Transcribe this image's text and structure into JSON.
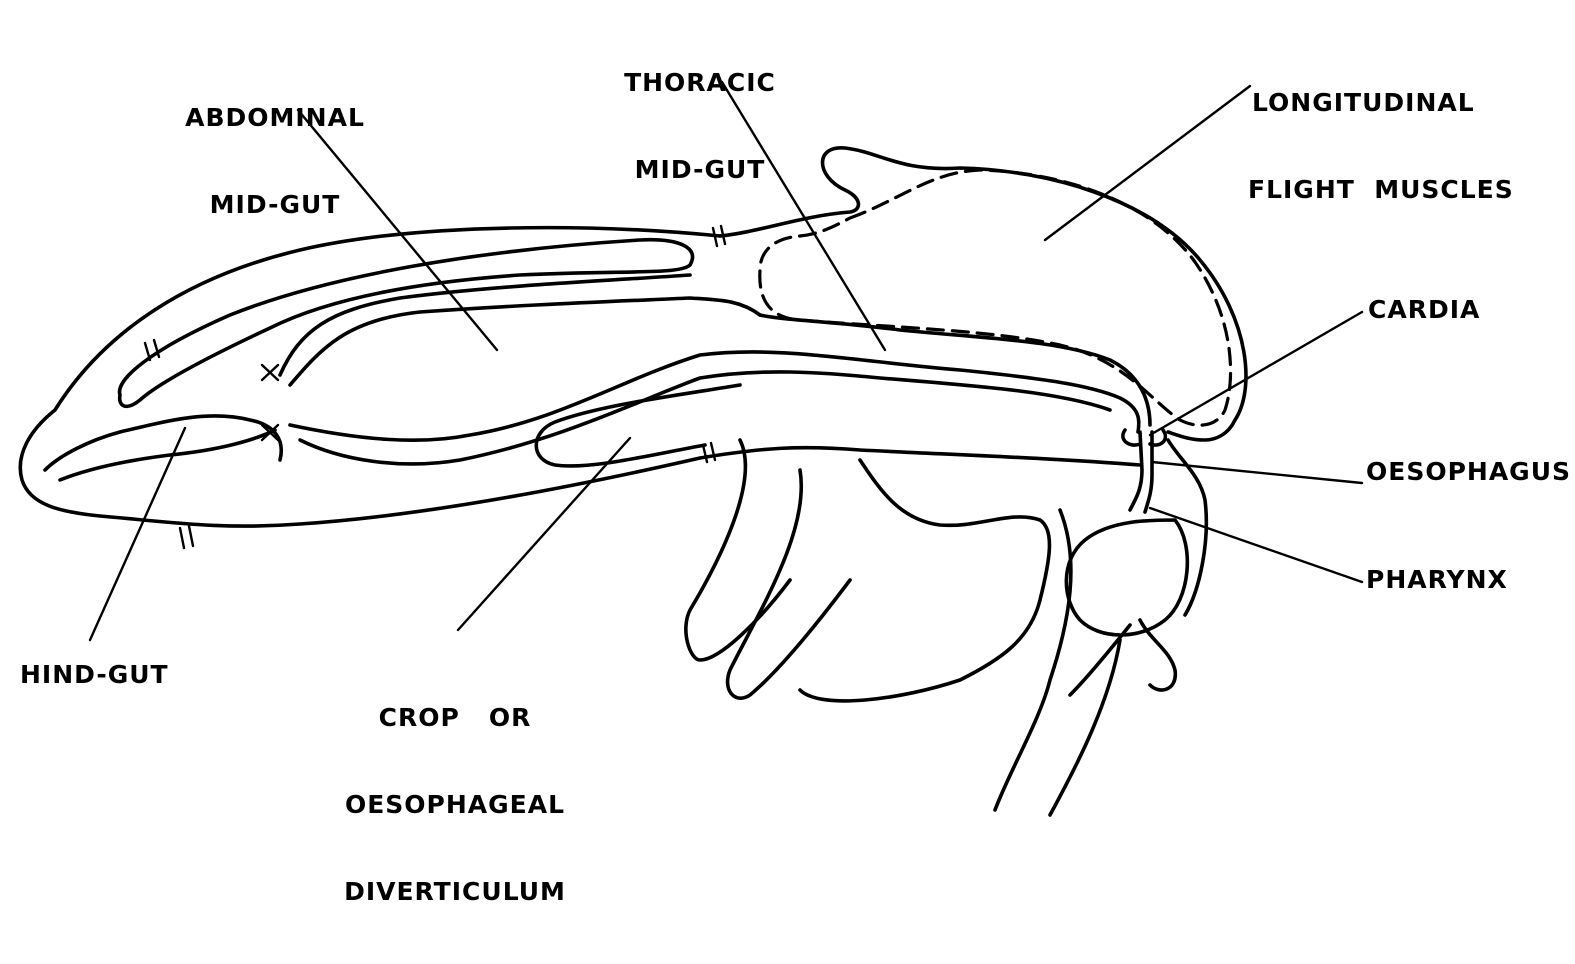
{
  "labels": {
    "abdominal_midgut": [
      "ABDOMINAL",
      "MID-GUT"
    ],
    "thoracic_midgut": [
      "THORACIC",
      "MID-GUT"
    ],
    "flight_muscles": [
      "LONGITUDINAL",
      "FLIGHT  MUSCLES"
    ],
    "cardia": "CARDIA",
    "oesophagus": "OESOPHAGUS",
    "pharynx": "PHARYNX",
    "hindgut": "HIND-GUT",
    "crop": [
      "CROP   OR",
      "OESOPHAGEAL",
      "DIVERTICULUM"
    ]
  },
  "colors": {
    "ink": "#000000",
    "paper": "#ffffff"
  }
}
